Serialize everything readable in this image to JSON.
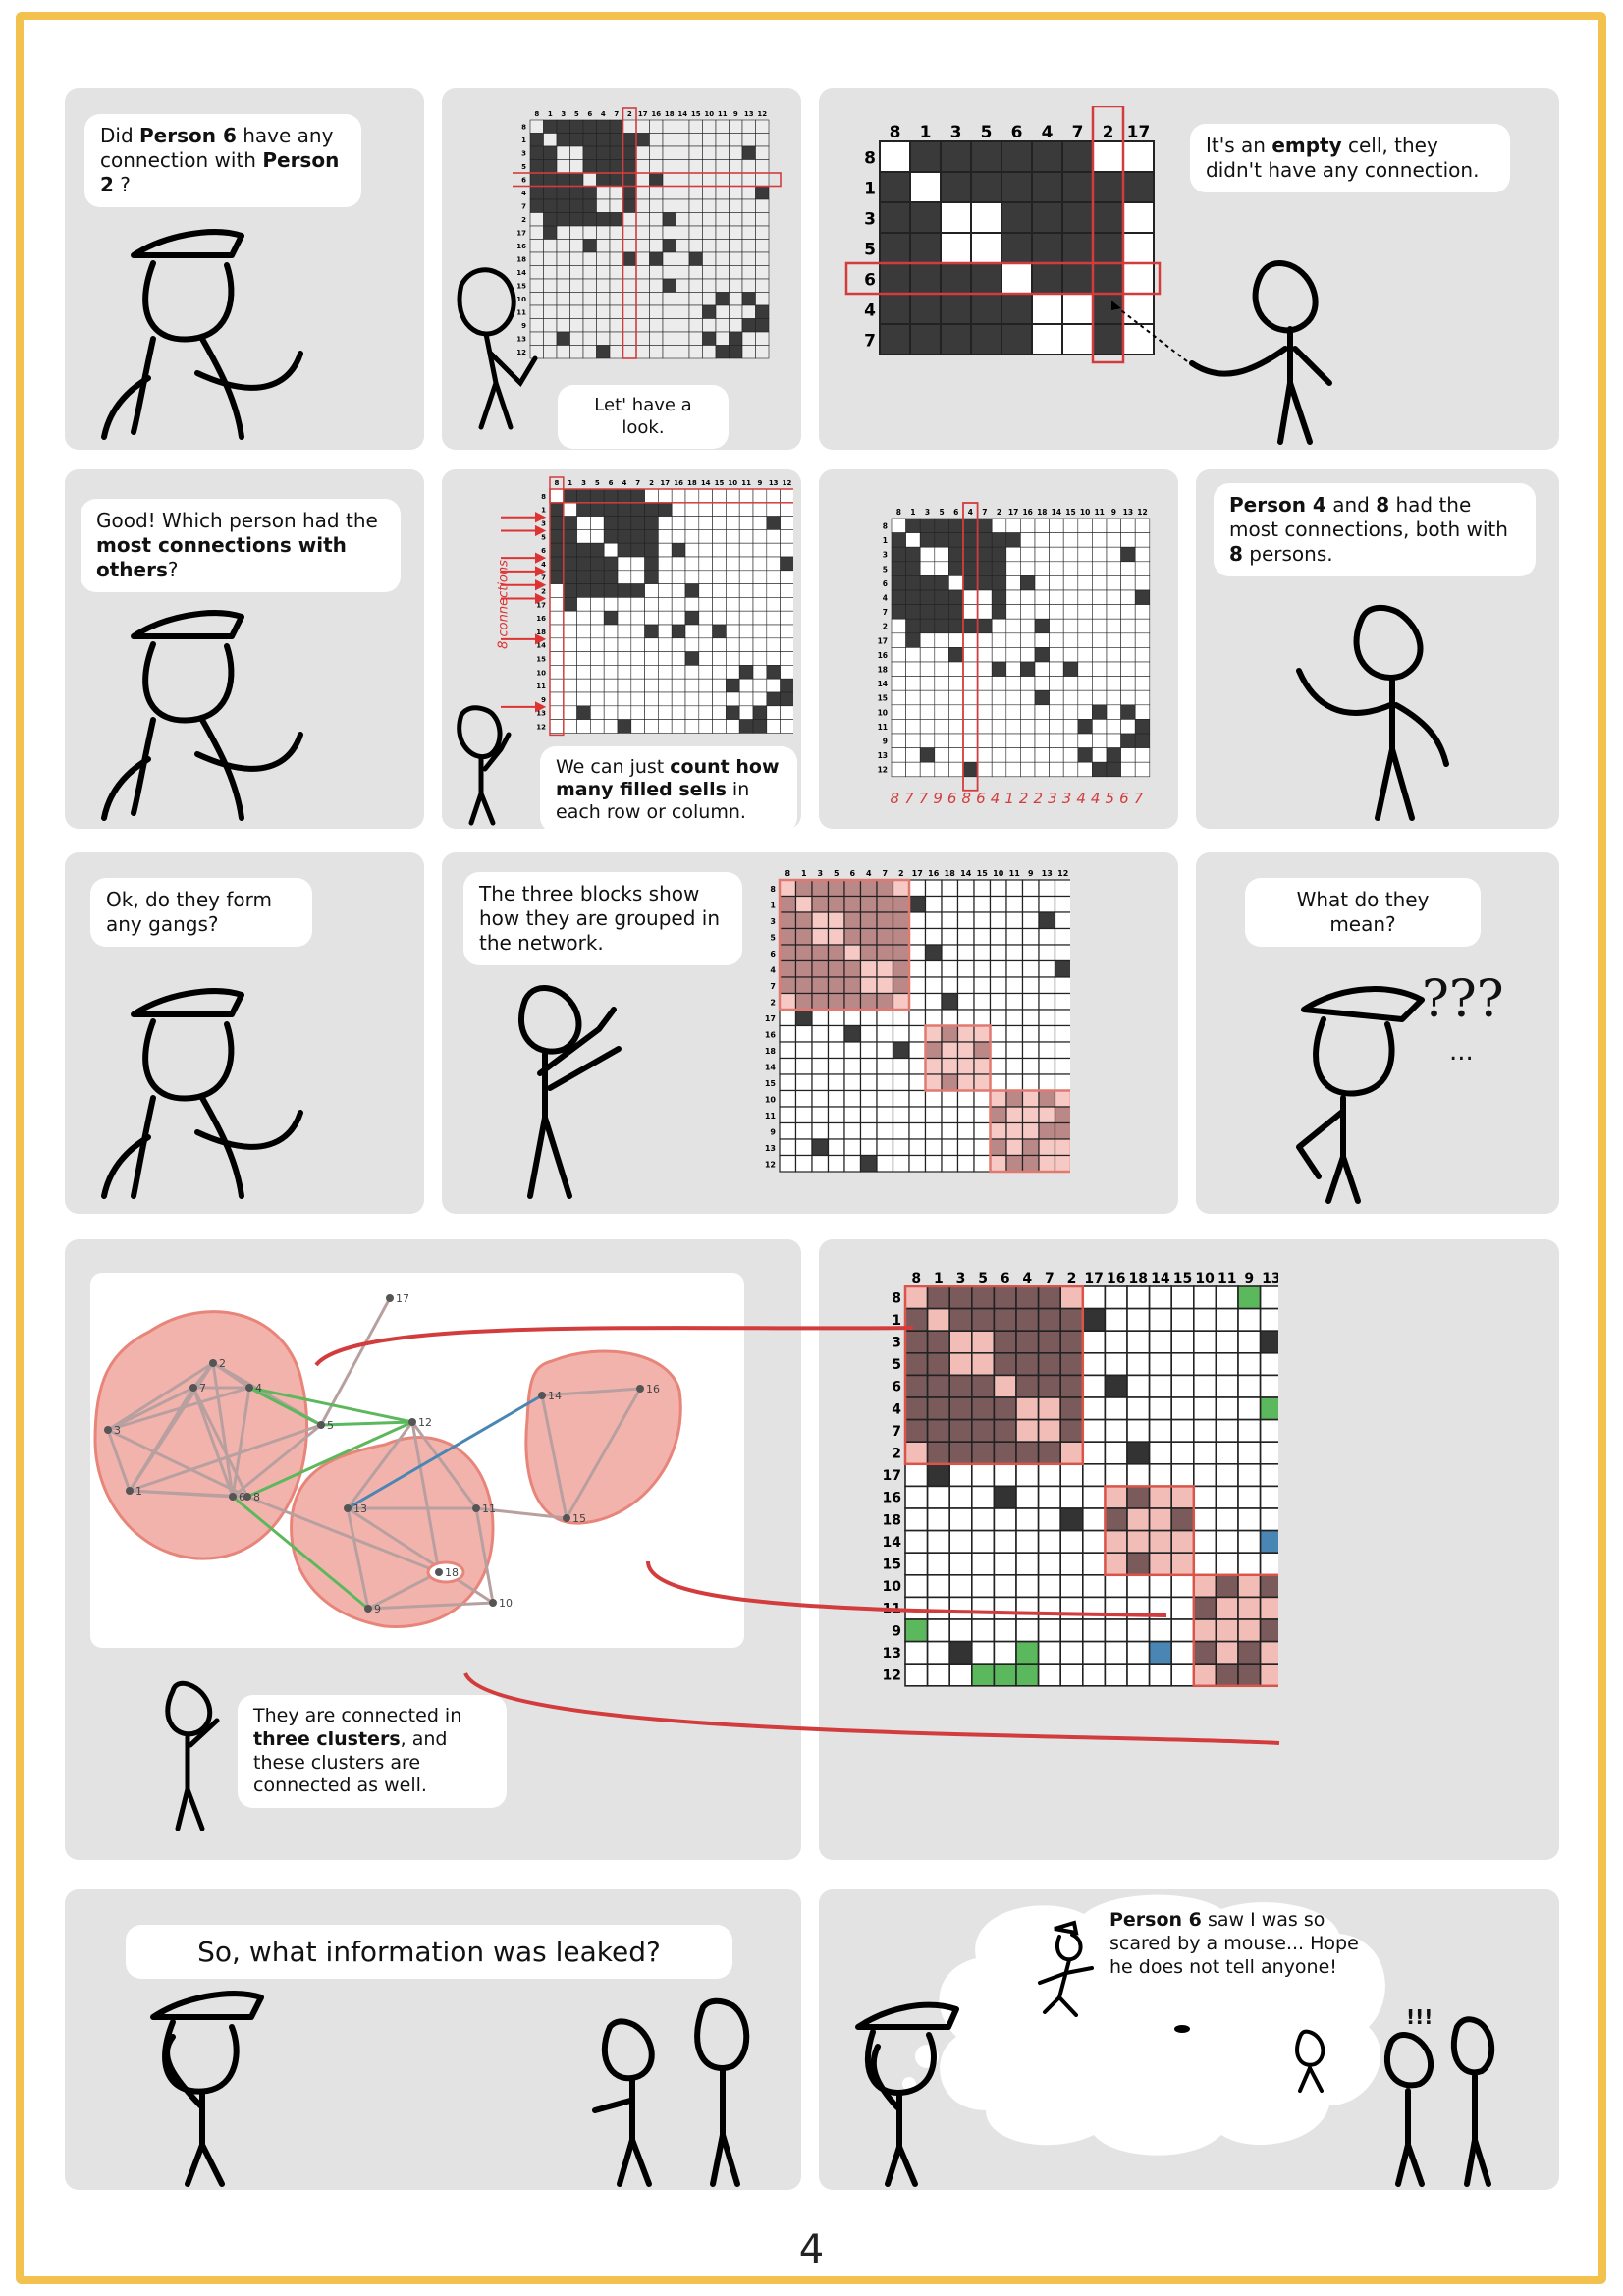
{
  "page_number": "4",
  "persons_order": [
    "8",
    "1",
    "3",
    "5",
    "6",
    "4",
    "7",
    "2",
    "17",
    "16",
    "18",
    "14",
    "15",
    "10",
    "11",
    "9",
    "13",
    "12"
  ],
  "panel1": {
    "text_1": "Did ",
    "person_a": "Person 6",
    "text_2": " have any connection with ",
    "person_b": "Person 2",
    "text_3": " ?"
  },
  "panel2": {
    "caption": "Let' have a look."
  },
  "panel3": {
    "text_1": "It's an ",
    "emph": "empty",
    "text_2": " cell, they didn't have any connection.",
    "zoom_cols": [
      "8",
      "1",
      "3",
      "5",
      "6",
      "4",
      "7",
      "2",
      "17"
    ],
    "zoom_rows": [
      "8",
      "1",
      "3",
      "5",
      "6",
      "4",
      "7"
    ]
  },
  "panel4": {
    "text_1": "Good! Which person had the ",
    "emph": "most connections with others",
    "text_2": "?"
  },
  "panel5": {
    "side_label": "8 connections",
    "text_1": "We can just ",
    "emph_1": "count how many filled sells",
    "text_2": " in each row or column."
  },
  "panel6": {
    "counts": [
      "8",
      "7",
      "7",
      "9",
      "6",
      "8",
      "6",
      "4",
      "1",
      "2",
      "2",
      "3",
      "3",
      "4",
      "4",
      "5",
      "6",
      "7"
    ]
  },
  "panel7": {
    "person_a": "Person 4",
    "text_1": " and ",
    "person_b": "8",
    "text_2": " had the most connections, both with ",
    "count": "8",
    "text_3": " persons."
  },
  "panel8": {
    "text": "Ok, do they form any gangs?"
  },
  "panel9": {
    "text": "The three blocks show how they are grouped in the network."
  },
  "panel10": {
    "text": "What do they mean?",
    "confusion": "???",
    "dots": "..."
  },
  "panel11": {
    "text_1": "They are connected in ",
    "emph": "three clusters",
    "text_2": ", and these clusters are connected as well.",
    "node_labels": [
      "2",
      "7",
      "4",
      "3",
      "5",
      "1",
      "6",
      "8",
      "17",
      "12",
      "14",
      "16",
      "13",
      "11",
      "18",
      "15",
      "9",
      "10"
    ]
  },
  "panel13": {
    "text": "So, what information was leaked?"
  },
  "panel14": {
    "person": "Person 6",
    "text": " saw I was so scared by a mouse... Hope he does not tell anyone!",
    "marks": "!!!"
  },
  "colors": {
    "frame": "#f2c14e",
    "panel_bg": "#e3e3e3",
    "filled": "#3a3a3a",
    "empty_cell": "#ededed",
    "highlight_red": "#d33c3c",
    "cluster_fill": "#f3b3ad",
    "cluster_dark": "#7a5a5a",
    "green": "#5cb85c",
    "blue": "#4a86b4"
  }
}
